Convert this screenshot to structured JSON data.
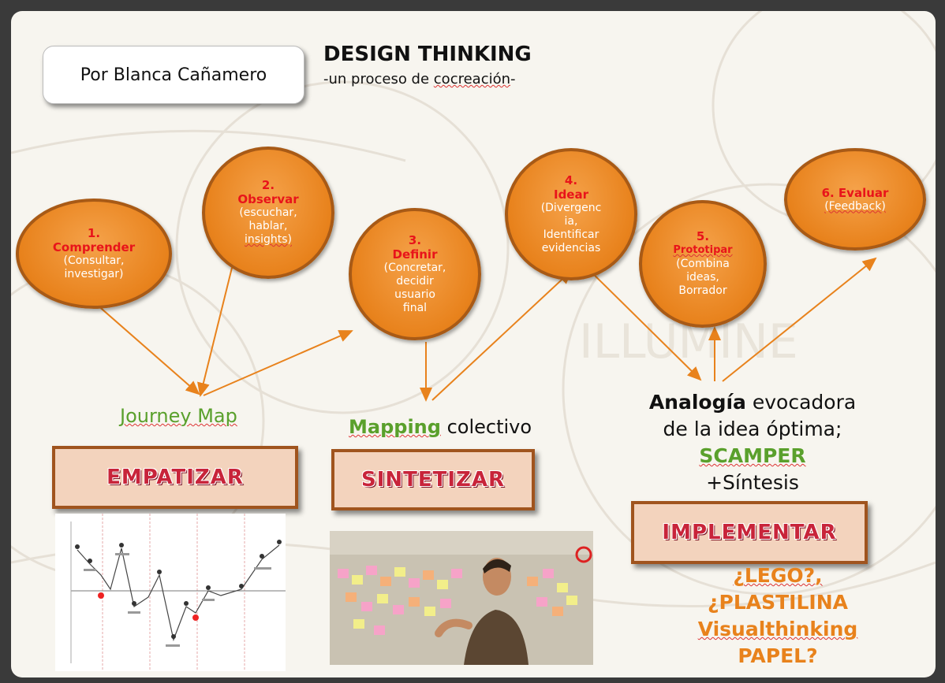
{
  "header": {
    "author": "Por Blanca Cañamero",
    "title": "DESIGN THINKING",
    "subtitle_pre": "-un proceso  de ",
    "subtitle_word": "cocreación",
    "subtitle_post": "-"
  },
  "steps": [
    {
      "num": "1.",
      "name": "Comprender",
      "desc": [
        "(Consultar,",
        "investigar)"
      ]
    },
    {
      "num": "2.",
      "name": "Observar",
      "desc": [
        "(escuchar,",
        "hablar,",
        "insights)"
      ]
    },
    {
      "num": "3.",
      "name": "Definir",
      "desc": [
        "(Concretar,",
        "decidir",
        "usuario",
        "final"
      ]
    },
    {
      "num": "4.",
      "name": "Idear",
      "desc": [
        "(Divergenc",
        "ia,",
        "Identificar",
        "evidencias"
      ]
    },
    {
      "num": "5.",
      "name": "Prototipar",
      "desc": [
        "(Combina",
        "ideas,",
        "Borrador"
      ]
    },
    {
      "num": "",
      "name": "6. Evaluar",
      "desc": [
        "(Feedback)"
      ]
    }
  ],
  "tools": {
    "journey": "Journey Map",
    "mapping_bold": "Mapping",
    "mapping_rest": " colectivo",
    "analogia_bold": "Analogía",
    "analogia_rest": " evocadora",
    "analogia_line2": "de la idea óptima;",
    "scamper": "SCAMPER",
    "sintesis": "+Síntesis"
  },
  "phases": [
    "EMPATIZAR",
    "SINTETIZAR",
    "IMPLEMENTAR"
  ],
  "materials": [
    "¿LEGO?,",
    "¿PLASTILINA",
    "Visualthinking",
    "PAPEL?"
  ],
  "colors": {
    "oval": "#e8821c",
    "step_name": "#e8141a",
    "phase_text": "#c8243a",
    "tool_green": "#5aa02c",
    "materials": "#e8821c"
  }
}
